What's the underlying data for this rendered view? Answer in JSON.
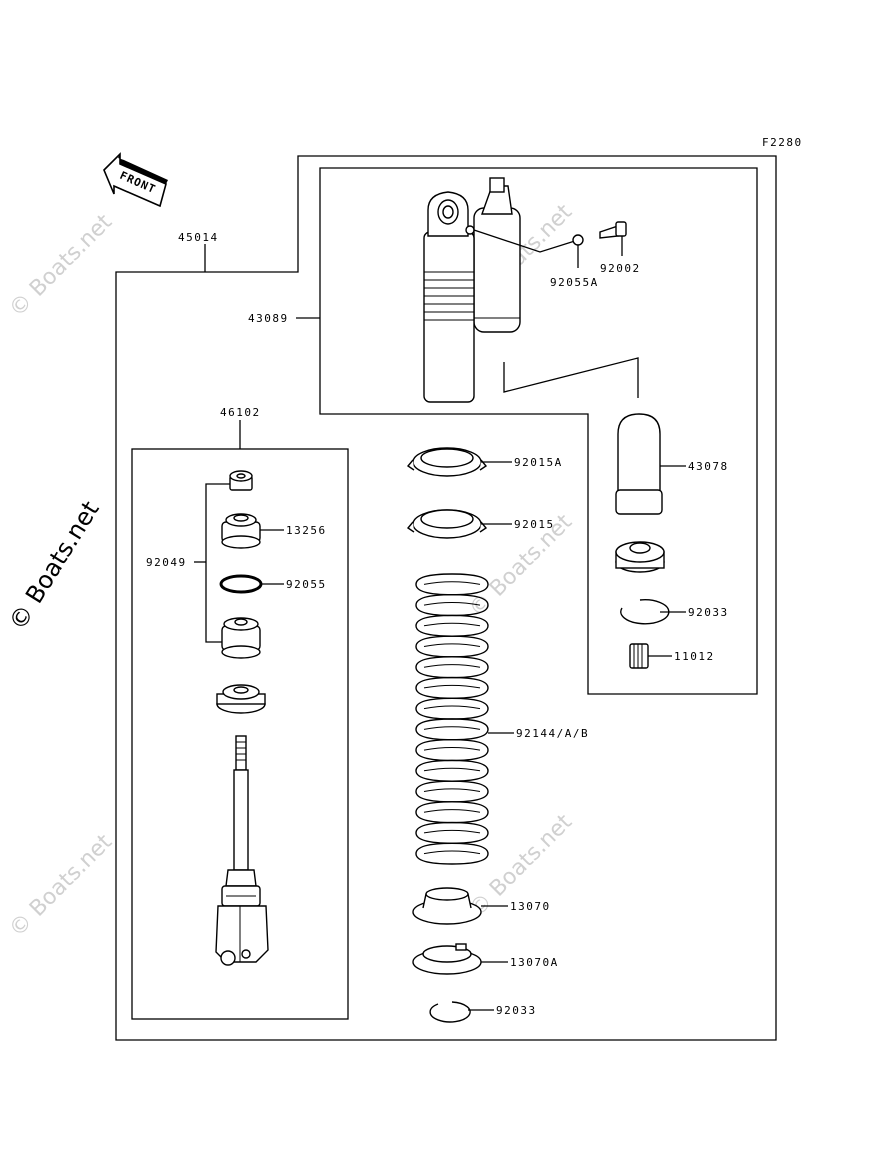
{
  "diagram_code": "F2280",
  "front_label": "FRONT",
  "watermark": "© Boats.net",
  "callouts": {
    "assembly": "45014",
    "shock_body": "43089",
    "shaft_assembly": "46102",
    "nut_set": "92049",
    "cap_92055a": "92055A",
    "bolt_92002": "92002",
    "bladder_cap": "43078",
    "lock_nut_a": "92015A",
    "lock_nut": "92015",
    "bushing_13256": "13256",
    "oring_92055": "92055",
    "snap_ring_upper": "92033",
    "bearing_11012": "11012",
    "spring": "92144/A/B",
    "seat_13070": "13070",
    "seat_13070a": "13070A",
    "snap_ring_lower": "92033"
  }
}
